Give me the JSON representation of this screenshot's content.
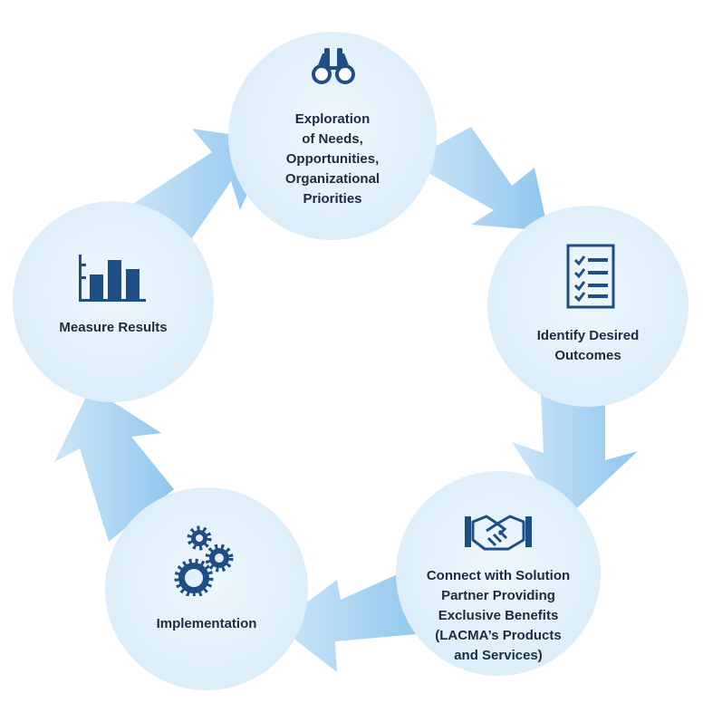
{
  "colors": {
    "circle_light": "#e9f4fc",
    "circle_mid": "#cfe6f7",
    "arrow_light": "#cde6f8",
    "arrow_dark": "#8fc6ee",
    "icon": "#1f4e86",
    "text": "#1c2b3f"
  },
  "cycle": {
    "steps": [
      {
        "id": "exploration",
        "icon": "binoculars-icon",
        "label": "Exploration\nof Needs,\nOpportunities,\nOrganizational\nPriorities"
      },
      {
        "id": "outcomes",
        "icon": "checklist-icon",
        "label": "Identify Desired\nOutcomes"
      },
      {
        "id": "connect",
        "icon": "handshake-icon",
        "label": "Connect with Solution\nPartner Providing\nExclusive Benefits\n(LACMA’s Products\nand Services)"
      },
      {
        "id": "implementation",
        "icon": "gears-icon",
        "label": "Implementation"
      },
      {
        "id": "measure",
        "icon": "bar-chart-icon",
        "label": "Measure Results"
      }
    ]
  }
}
